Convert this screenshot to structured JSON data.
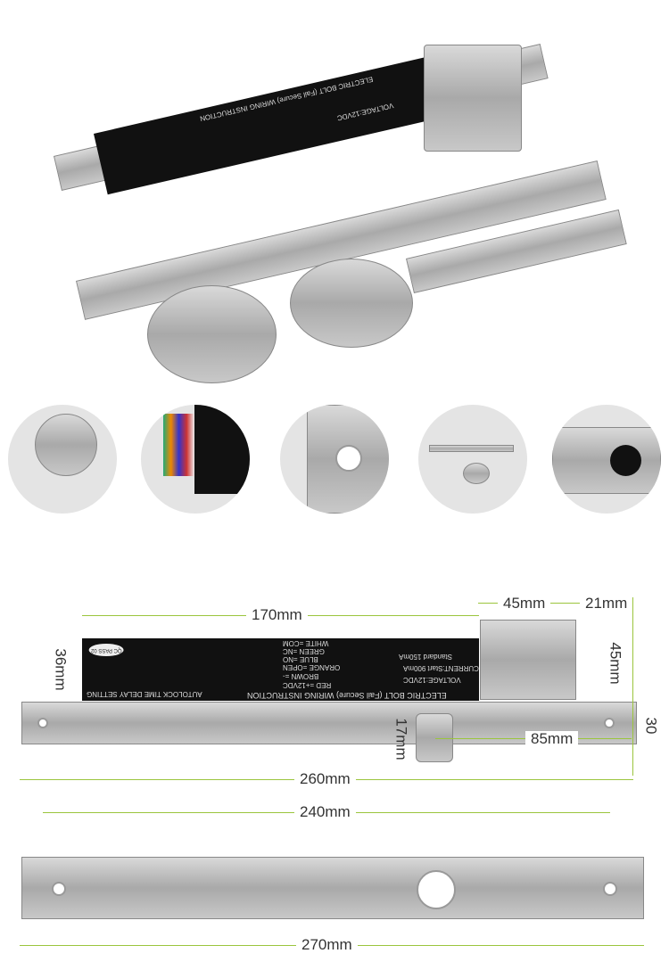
{
  "label": {
    "title": "ELECTRIC BOLT (Fail Secure) WIRING INSTRUCTION",
    "voltage": "VOLTAGE:12VDC",
    "current": "CURRENT:Start 900mA",
    "standard": "Standard 150mA",
    "wires": [
      "RED    =+12VDC",
      "BROWN  =-",
      "ORANGE =OPEN",
      "BLUE   =NO",
      "GREEN  =NC",
      "WHITE  =COM"
    ],
    "delay": "AUTOLOCK TIME DELAY SETTING",
    "qc": "QC PASS 02"
  },
  "dimensions": {
    "body_length": "170mm",
    "bracket_width": "45mm",
    "bracket_depth": "21mm",
    "body_height": "36mm",
    "bracket_height": "45mm",
    "plate_height": "30",
    "bolt_diameter": "17mm",
    "bolt_offset": "85mm",
    "plate_length": "260mm",
    "hole_spacing": "240mm",
    "strike_plate_length": "270mm"
  },
  "colors": {
    "dimension_line": "#9bc53d",
    "body": "#111111",
    "steel": "#b8b8b8"
  },
  "detail_views": [
    "bolt-end",
    "wires",
    "plate-hole",
    "kit-overview",
    "bolt-strike"
  ]
}
